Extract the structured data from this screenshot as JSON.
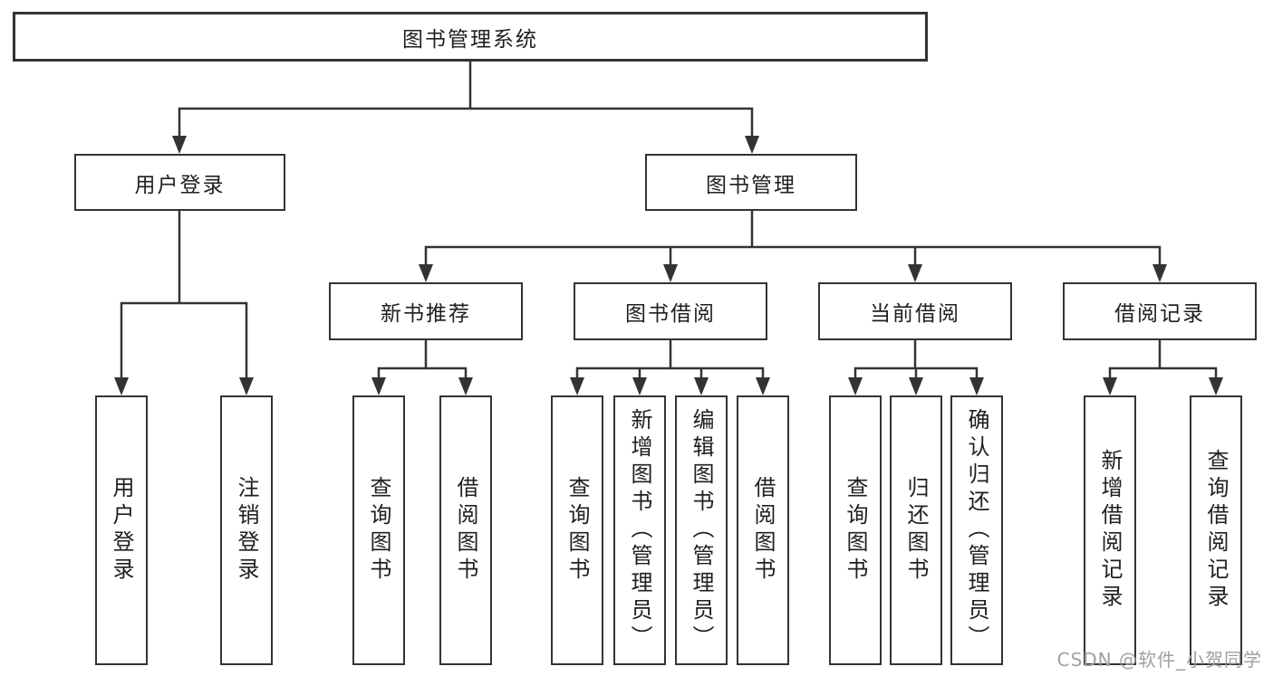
{
  "colors": {
    "background": "#ffffff",
    "line": "#333333",
    "box_border": "#333333",
    "text": "#1f1f1f",
    "watermark": "#a0a0a0"
  },
  "diagram": {
    "type": "tree",
    "root": {
      "label": "图书管理系统"
    },
    "branches": [
      {
        "label": "用户登录",
        "children": [
          {
            "label": "用户登录"
          },
          {
            "label": "注销登录"
          }
        ]
      },
      {
        "label": "图书管理",
        "children": [
          {
            "label": "新书推荐",
            "children": [
              {
                "label": "查询图书"
              },
              {
                "label": "借阅图书"
              }
            ]
          },
          {
            "label": "图书借阅",
            "children": [
              {
                "label": "查询图书"
              },
              {
                "label": "新增图书（管理员）"
              },
              {
                "label": "编辑图书（管理员）"
              },
              {
                "label": "借阅图书"
              }
            ]
          },
          {
            "label": "当前借阅",
            "children": [
              {
                "label": "查询图书"
              },
              {
                "label": "归还图书"
              },
              {
                "label": "确认归还（管理员）"
              }
            ]
          },
          {
            "label": "借阅记录",
            "children": [
              {
                "label": "新增借阅记录"
              },
              {
                "label": "查询借阅记录"
              }
            ]
          }
        ]
      }
    ]
  },
  "watermark": {
    "text": "CSDN @软件_小贺同学"
  }
}
